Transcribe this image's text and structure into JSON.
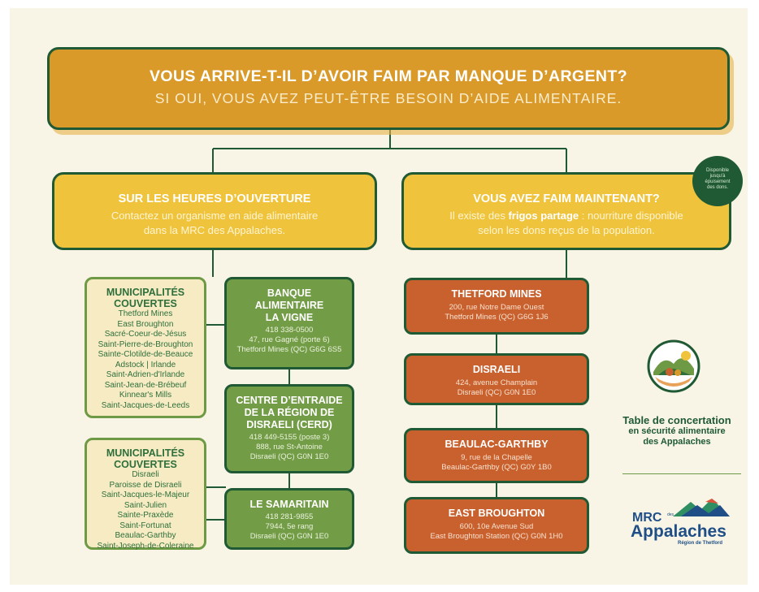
{
  "header": {
    "title": "VOUS ARRIVE-T-IL D’AVOIR FAIM PAR MANQUE D’ARGENT?",
    "subtitle": "SI OUI, VOUS AVEZ PEUT-ÊTRE BESOIN D’AIDE ALIMENTAIRE."
  },
  "left_branch": {
    "title": "SUR LES HEURES D’OUVERTURE",
    "line1": "Contactez un organisme en aide alimentaire",
    "line2": "dans la MRC des Appalaches."
  },
  "right_branch": {
    "title": "VOUS AVEZ FAIM MAINTENANT?",
    "line1_pre": "Il existe des ",
    "line1_bold": "frigos partage",
    "line1_post": " : nourriture disponible",
    "line2": "selon les dons reçus de la population."
  },
  "badge": {
    "l1": "Disponible",
    "l2": "jusqu'à",
    "l3": "épuisement",
    "l4": "des dons."
  },
  "municipalities_1": {
    "title1": "MUNICIPALITÉS",
    "title2": "COUVERTES",
    "items": [
      "Thetford Mines",
      "East Broughton",
      "Sacré-Coeur-de-Jésus",
      "Saint-Pierre-de-Broughton",
      "Sainte-Clotilde-de-Beauce",
      "Adstock | Irlande",
      "Saint-Adrien-d'Irlande",
      "Saint-Jean-de-Brébeuf",
      "Kinnear's Mills",
      "Saint-Jacques-de-Leeds"
    ]
  },
  "municipalities_2": {
    "title1": "MUNICIPALITÉS",
    "title2": "COUVERTES",
    "items": [
      "Disraeli",
      "Paroisse de Disraeli",
      "Saint-Jacques-le-Majeur",
      "Saint-Julien",
      "Sainte-Praxède",
      "Saint-Fortunat",
      "Beaulac-Garthby",
      "Saint-Joseph-de-Coleraine"
    ]
  },
  "banque": {
    "n1": "BANQUE",
    "n2": "ALIMENTAIRE",
    "n3": "LA VIGNE",
    "phone": "418 338-0500",
    "addr": "47, rue Gagné (porte 6)",
    "city": "Thetford Mines (QC) G6G 6S5"
  },
  "cerd": {
    "n1": "CENTRE D’ENTRAIDE",
    "n2": "DE LA RÉGION DE",
    "n3": "DISRAELI (CERD)",
    "phone": "418 449-5155 (poste 3)",
    "addr": "888, rue St-Antoine",
    "city": "Disraeli (QC) G0N 1E0"
  },
  "samaritain": {
    "n1": "LE SAMARITAIN",
    "phone": "418 281-9855",
    "addr": "7944, 5e rang",
    "city": "Disraeli (QC) G0N 1E0"
  },
  "fridges": [
    {
      "name": "THETFORD MINES",
      "l1": "200, rue Notre Dame Ouest",
      "l2": "Thetford Mines (QC) G6G 1J6"
    },
    {
      "name": "DISRAELI",
      "l1": "424, avenue Champlain",
      "l2": "Disraeli (QC) G0N 1E0"
    },
    {
      "name": "BEAULAC-GARTHBY",
      "l1": "9, rue de la Chapelle",
      "l2": "Beaulac-Garthby (QC) G0Y 1B0"
    },
    {
      "name": "EAST BROUGHTON",
      "l1": "600, 10e Avenue Sud",
      "l2": "East Broughton Station (QC) G0N 1H0"
    }
  ],
  "org1": {
    "l1": "Table de concertation",
    "l2": "en sécurité alimentaire",
    "l3": "des Appalaches"
  },
  "org2": {
    "mrc": "MRC",
    "des": "des",
    "name": "Appalaches",
    "region": "Région de Thetford"
  },
  "colors": {
    "dark_green": "#1f5a34",
    "banner": "#d99a2a",
    "yellow": "#efc33c",
    "green": "#739c47",
    "orange": "#c8612e",
    "cream": "#f6ebc3"
  }
}
